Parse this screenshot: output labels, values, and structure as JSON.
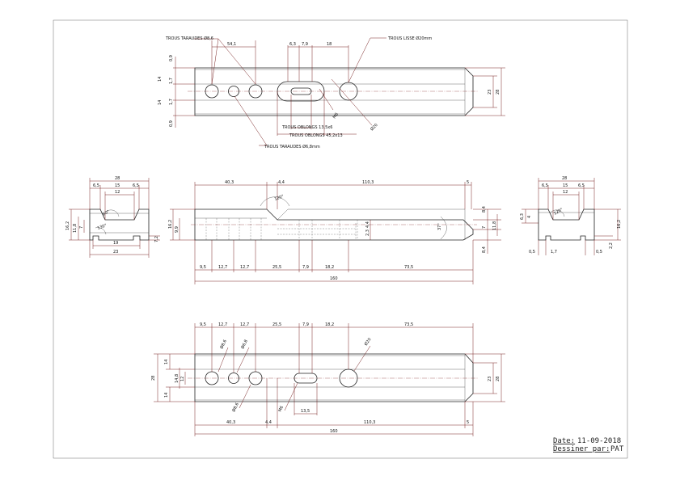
{
  "labels": {
    "trous_taraudes_top": "TROUS TARAUDES Ø8,6",
    "trous_lisse": "TROUS LISSE Ø20mm",
    "trous_oblongs_1": "TROUS OBLONGS 13,5x6",
    "trous_oblongs_2": "TROUS OBLONGS 45,2x13",
    "trous_taraudes_bottom": "TROUS TARAUDES Ø6,8mm"
  },
  "top_view": {
    "d_54_1": "54,1",
    "d_6_3": "6,3",
    "d_7_9": "7,9",
    "d_18": "18",
    "d_0_9a": "0,9",
    "d_14a": "14",
    "d_1_7a": "1,7",
    "d_1_7b": "1,7",
    "d_14b": "14",
    "d_0_9b": "0,9",
    "d_23": "23",
    "d_28": "28",
    "d_m6": "M6",
    "d_phi20": "Ø20"
  },
  "front_view": {
    "d_40_3": "40,3",
    "d_4_4": "4,4",
    "d_110_3": "110,3",
    "d_5": "5",
    "d_16_2": "16,2",
    "d_9_9": "9,9",
    "d_8_4a": "8,4",
    "d_7": "7",
    "d_11_8": "11,8",
    "d_8_4b": "8,4",
    "d_4_4r": "4,4",
    "d_2_3": "2,3",
    "angle_120": "120°",
    "angle_37": "37°",
    "d_9_5": "9,5",
    "d_12_7a": "12,7",
    "d_12_7b": "12,7",
    "d_25_5": "25,5",
    "d_7_9": "7,9",
    "d_18_2": "18,2",
    "d_73_5": "73,5",
    "d_160": "160"
  },
  "left_view": {
    "d_28": "28",
    "d_6_5a": "6,5",
    "d_15": "15",
    "d_6_5b": "6,5",
    "d_12": "12",
    "d_16_2": "16,2",
    "d_11_8": "11,8",
    "d_7": "7",
    "d_19": "19",
    "d_23": "23",
    "d_7_2": "7,2",
    "angle_60": "60°",
    "angle_130": "130°"
  },
  "right_view": {
    "d_28": "28",
    "d_6_5a": "6,5",
    "d_15": "15",
    "d_6_5b": "6,5",
    "d_12": "12",
    "d_6_3": "6,3",
    "d_4": "4",
    "d_16_2": "16,2",
    "d_0_5a": "0,5",
    "d_1_7": "1,7",
    "d_0_5b": "0,5",
    "d_2_2": "2,2",
    "angle_120": "120°"
  },
  "bottom_view": {
    "d_9_5": "9,5",
    "d_12_7a": "12,7",
    "d_12_7b": "12,7",
    "d_25_5": "25,5",
    "d_7_9": "7,9",
    "d_18_2": "18,2",
    "d_73_5": "73,5",
    "d_28": "28",
    "d_14": "14",
    "d_14_8": "14,8",
    "d_12": "12",
    "d_14b": "14",
    "d_23": "23",
    "d_28r": "28",
    "d_phi8_6": "Ø8,6",
    "d_phi6_8": "Ø6,8",
    "d_phi8_6b": "Ø8,6",
    "d_m6": "M6",
    "d_phi20": "Ø20",
    "d_13_5": "13,5",
    "d_40_3": "40,3",
    "d_4_4": "4,4",
    "d_110_3": "110,3",
    "d_5": "5",
    "d_160": "160"
  },
  "title_block": {
    "date_label": "Date:",
    "date_value": "11-09-2018",
    "author_label": "Dessiner par:",
    "author_value": "PAT"
  }
}
